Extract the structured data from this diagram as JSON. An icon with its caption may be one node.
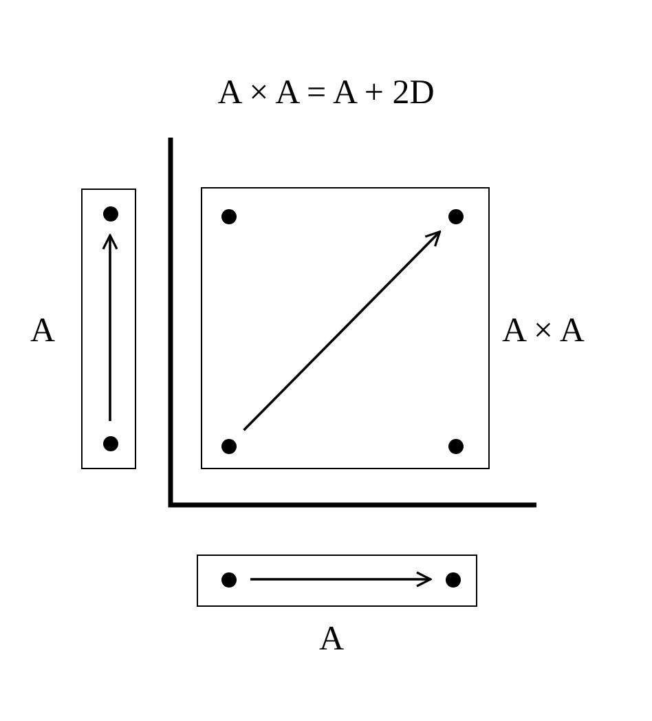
{
  "diagram": {
    "title": "A × A = A + 2D",
    "nodes": [
      {
        "text": [],
        "shape": "box",
        "beside": [
          "A"
        ]
      },
      {
        "text": [],
        "shape": "circle",
        "in": 0
      },
      {
        "text": [],
        "shape": "circle",
        "in": 0
      },
      {
        "text": [],
        "shape": "box",
        "beside": [
          "A × A"
        ]
      },
      {
        "text": [],
        "shape": "circle",
        "in": 3
      },
      {
        "text": [],
        "shape": "circle",
        "in": 3
      },
      {
        "text": [],
        "shape": "circle",
        "in": 3
      },
      {
        "text": [],
        "shape": "circle",
        "in": 3
      },
      {
        "text": [],
        "shape": "box",
        "beside": [
          "A"
        ]
      },
      {
        "text": [],
        "shape": "circle",
        "in": 8
      },
      {
        "text": [],
        "shape": "circle",
        "in": 8
      }
    ],
    "edges": [
      {
        "from": 2,
        "to": 1,
        "arrow": "to"
      },
      {
        "from": 6,
        "to": 5,
        "arrow": "to"
      },
      {
        "from": 9,
        "to": 10,
        "arrow": "to"
      }
    ]
  }
}
